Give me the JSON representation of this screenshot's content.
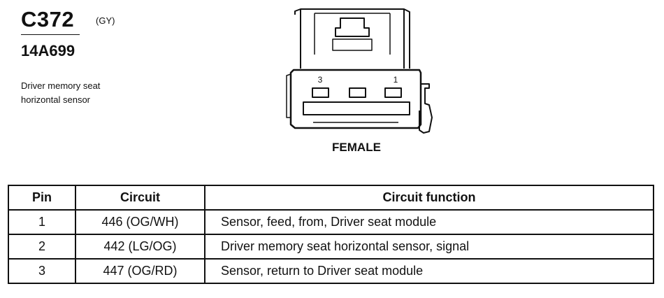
{
  "connector": {
    "id": "C372",
    "color_code": "(GY)",
    "part_number": "14A699",
    "description_line1": "Driver memory seat",
    "description_line2": "horizontal sensor",
    "gender": "FEMALE",
    "pin_label_left": "3",
    "pin_label_right": "1"
  },
  "table": {
    "headers": {
      "pin": "Pin",
      "circuit": "Circuit",
      "function": "Circuit function"
    },
    "rows": [
      {
        "pin": "1",
        "circuit": "446 (OG/WH)",
        "function": "Sensor, feed, from, Driver seat module"
      },
      {
        "pin": "2",
        "circuit": "442 (LG/OG)",
        "function": "Driver memory seat horizontal sensor, signal"
      },
      {
        "pin": "3",
        "circuit": "447 (OG/RD)",
        "function": "Sensor, return to Driver seat module"
      }
    ]
  }
}
